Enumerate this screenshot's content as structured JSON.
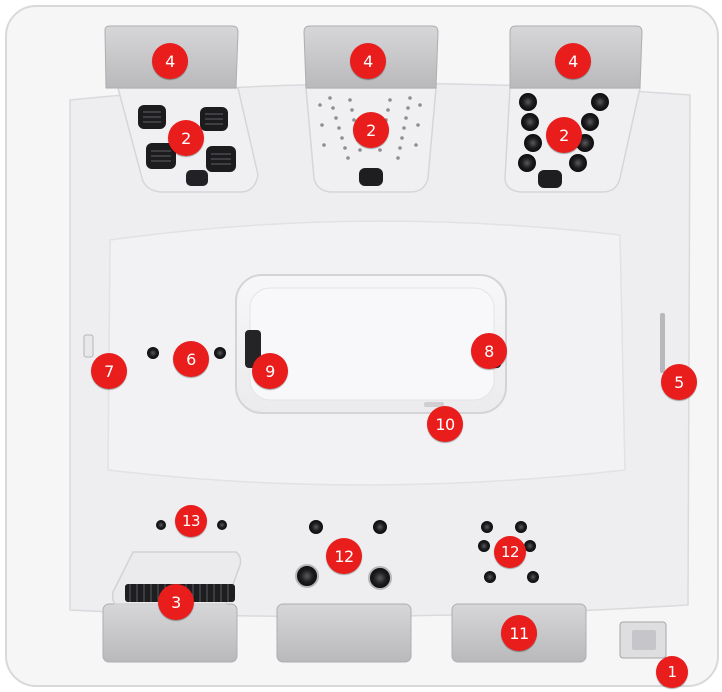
{
  "colors": {
    "shell": "#f2f2f4",
    "pillow": "#c9c9cb",
    "jet": "#2b2b2e",
    "marker": "#ea1d1d"
  },
  "markers": {
    "m1": "1",
    "m2_left": "2",
    "m2_center": "2",
    "m2_right": "2",
    "m3": "3",
    "m4_left": "4",
    "m4_center": "4",
    "m4_right": "4",
    "m5": "5",
    "m6": "6",
    "m7": "7",
    "m8": "8",
    "m9": "9",
    "m10": "10",
    "m11": "11",
    "m12_center": "12",
    "m12_right": "12",
    "m13": "13"
  }
}
